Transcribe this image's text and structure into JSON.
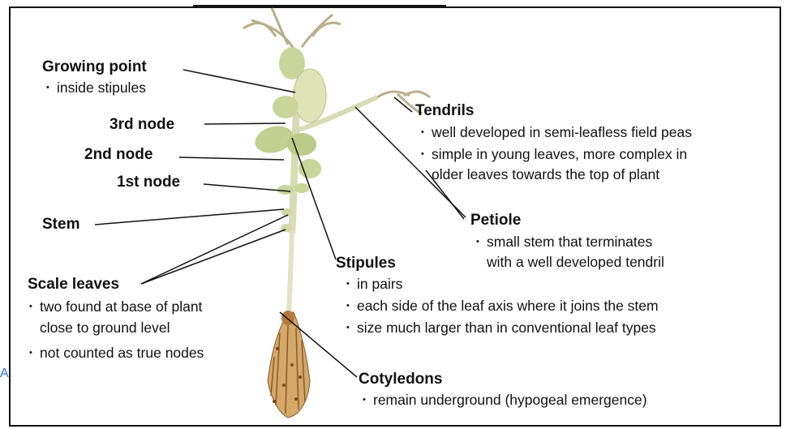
{
  "labels": {
    "growing_point": {
      "title": "Growing point",
      "bullets": [
        "inside stipules"
      ]
    },
    "third_node": {
      "title": "3rd node"
    },
    "second_node": {
      "title": "2nd node"
    },
    "first_node": {
      "title": "1st node"
    },
    "stem": {
      "title": "Stem"
    },
    "scale_leaves": {
      "title": "Scale leaves",
      "bullets": [
        "two found at base of plant",
        "not counted as true nodes"
      ],
      "continuation": "close to ground level"
    },
    "tendrils": {
      "title": "Tendrils",
      "bullets": [
        "well developed in semi-leafless field peas",
        "simple in young leaves, more complex in"
      ],
      "continuation": "older leaves towards the top of plant"
    },
    "petiole": {
      "title": "Petiole",
      "bullets": [
        "small stem that terminates"
      ],
      "continuation": "with a well developed tendril"
    },
    "stipules": {
      "title": "Stipules",
      "bullets": [
        "in pairs",
        "each side of the leaf axis where it joins the stem",
        "size much larger than in conventional leaf types"
      ]
    },
    "cotyledons": {
      "title": "Cotyledons",
      "bullets": [
        "remain underground (hypogeal emergence)"
      ]
    }
  },
  "edge_mark": "A",
  "colors": {
    "leaf": "#c9d59a",
    "leaf_dark": "#a9bb74",
    "stem": "#d7dcb4",
    "tendril": "#b7b08a",
    "root": "#c99a5a",
    "root_dark": "#8a5a2a",
    "lines": "#111111"
  }
}
